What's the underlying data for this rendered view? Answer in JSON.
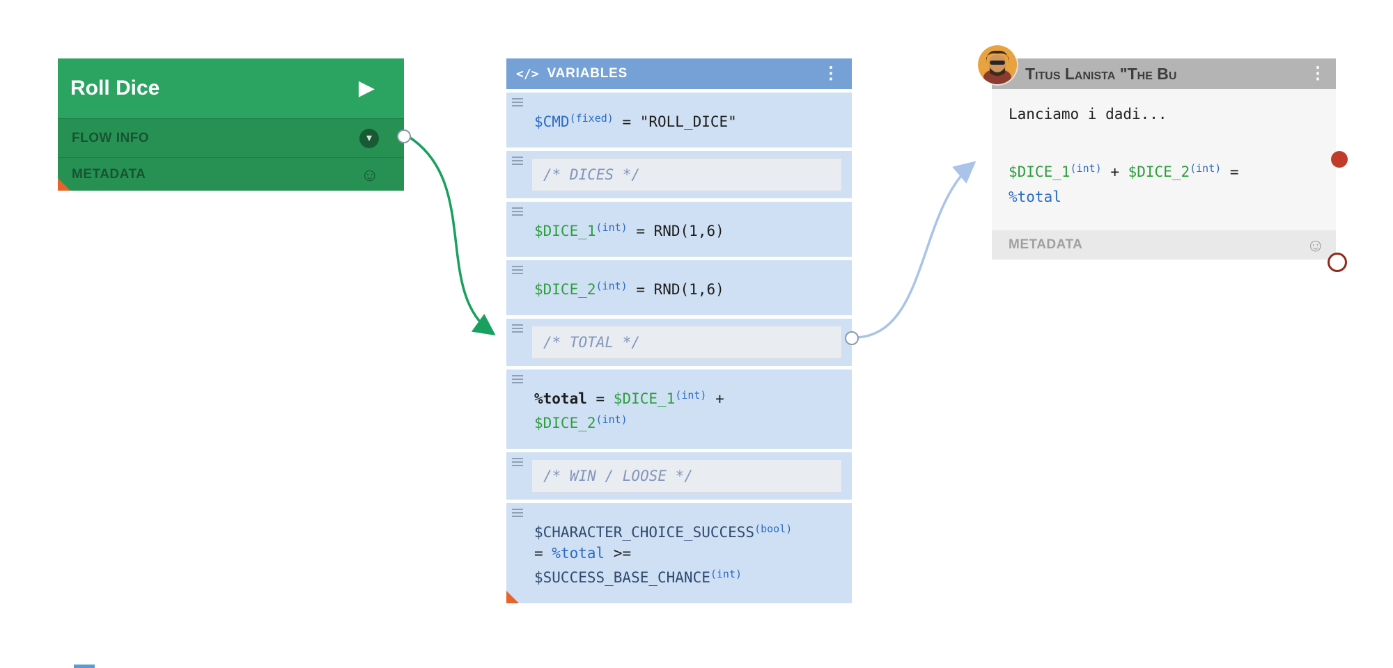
{
  "icons": {
    "play": "▶",
    "chevron": "▾",
    "smiley": "☺",
    "kebab": "⋮",
    "code": "</>"
  },
  "colors": {
    "roll_dice_header": "#2ba361",
    "roll_dice_row": "#279154",
    "variables_header": "#75a1d6",
    "variables_row": "#cfe0f4",
    "comment_bg": "#e9ecf1",
    "character_header": "#b4b4b4",
    "character_body": "#f6f6f6",
    "wire_green": "#17a05e",
    "wire_blue": "#a9c4e8",
    "corner_orange": "#e8632a",
    "port_red": "#c23b2a",
    "token_blue": "#2b6cc4",
    "token_green": "#2f9e3f",
    "token_navy": "#2f4a6e"
  },
  "nodes": {
    "roll_dice": {
      "title": "Roll Dice",
      "flow_info_label": "FLOW INFO",
      "metadata_label": "METADATA"
    },
    "variables": {
      "title": "VARIABLES",
      "rows": [
        {
          "type": "code",
          "tokens": [
            {
              "t": "$CMD",
              "c": "blue"
            },
            {
              "t": "(fixed)",
              "c": "blue",
              "sup": true
            },
            {
              "t": " = ",
              "c": "dark"
            },
            {
              "t": "\"ROLL_DICE\"",
              "c": "dark"
            }
          ]
        },
        {
          "type": "comment",
          "text": "/* DICES */"
        },
        {
          "type": "code",
          "tokens": [
            {
              "t": "$DICE_1",
              "c": "green"
            },
            {
              "t": "(int)",
              "c": "blue",
              "sup": true
            },
            {
              "t": " = ",
              "c": "dark"
            },
            {
              "t": "RND(1,6)",
              "c": "dark"
            }
          ]
        },
        {
          "type": "code",
          "tokens": [
            {
              "t": "$DICE_2",
              "c": "green"
            },
            {
              "t": "(int)",
              "c": "blue",
              "sup": true
            },
            {
              "t": " = ",
              "c": "dark"
            },
            {
              "t": "RND(1,6)",
              "c": "dark"
            }
          ]
        },
        {
          "type": "comment",
          "text": "/* TOTAL */"
        },
        {
          "type": "code",
          "tokens": [
            {
              "t": "%total",
              "c": "dark",
              "b": true
            },
            {
              "t": " = ",
              "c": "dark"
            },
            {
              "t": "$DICE_1",
              "c": "green"
            },
            {
              "t": "(int)",
              "c": "blue",
              "sup": true
            },
            {
              "t": " +",
              "c": "dark"
            },
            {
              "br": true
            },
            {
              "t": "$DICE_2",
              "c": "green"
            },
            {
              "t": "(int)",
              "c": "blue",
              "sup": true
            }
          ]
        },
        {
          "type": "comment",
          "text": "/* WIN / LOOSE */"
        },
        {
          "type": "code",
          "tokens": [
            {
              "t": "$CHARACTER_CHOICE_SUCCESS",
              "c": "navy"
            },
            {
              "t": "(bool)",
              "c": "blue",
              "sup": true
            },
            {
              "br": true
            },
            {
              "t": "= ",
              "c": "dark"
            },
            {
              "t": "%total",
              "c": "blue"
            },
            {
              "t": " >=",
              "c": "dark"
            },
            {
              "br": true
            },
            {
              "t": "$SUCCESS_BASE_CHANCE",
              "c": "navy"
            },
            {
              "t": "(int)",
              "c": "blue",
              "sup": true
            }
          ]
        }
      ]
    },
    "character": {
      "title": "Titus Lanista \"The Bu",
      "message": "Lanciamo i dadi...",
      "metadata_label": "METADATA",
      "expression_tokens": [
        {
          "t": "$DICE_1",
          "c": "green"
        },
        {
          "t": "(int)",
          "c": "blue",
          "sup": true
        },
        {
          "t": " + ",
          "c": "dark"
        },
        {
          "t": "$DICE_2",
          "c": "green"
        },
        {
          "t": "(int)",
          "c": "blue",
          "sup": true
        },
        {
          "t": " = ",
          "c": "dark"
        },
        {
          "br": true
        },
        {
          "t": "%total",
          "c": "blue"
        }
      ]
    }
  }
}
